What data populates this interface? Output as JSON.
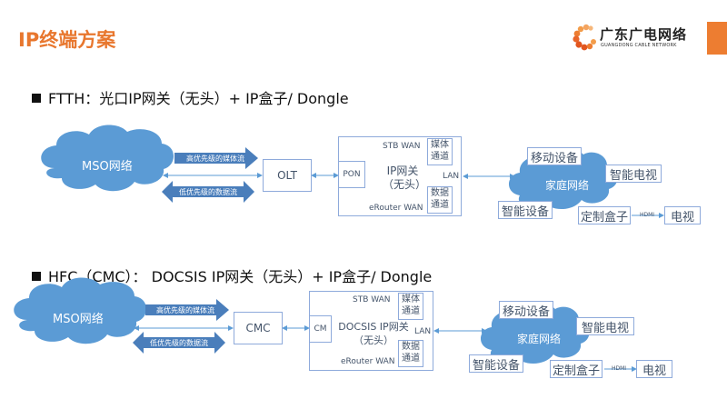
{
  "header": {
    "title": "IP终端方案",
    "logo": {
      "cn": "广东广电网络",
      "en": "GUANGDONG CABLE NETWORK"
    },
    "accent_color": "#ed7d31"
  },
  "sections": [
    {
      "bullet": "FTTH：光口IP网关（无头）+ IP盒子/ Dongle",
      "cloud": "MSO网络",
      "high_flow": "高优先级的媒体流",
      "low_flow": "低优先级的数据流",
      "headend": "OLT",
      "gateway": {
        "port": "PON",
        "name_line1": "IP网关",
        "name_line2": "（无头）",
        "stb_wan": "STB WAN",
        "erouter_wan": "eRouter WAN",
        "lan": "LAN",
        "media_channel": [
          "媒体",
          "通道"
        ],
        "data_channel": [
          "数据",
          "通道"
        ]
      },
      "home": {
        "cloud": "家庭网络",
        "mobile": "移动设备",
        "smart_tv": "智能电视",
        "smart_device": "智能设备",
        "custom_box": "定制盒子",
        "hdmi": "HDMI",
        "tv": "电视"
      }
    },
    {
      "bullet": "HFC（CMC）： DOCSIS IP网关（无头）+ IP盒子/ Dongle",
      "cloud": "MSO网络",
      "high_flow": "高优先级的媒体流",
      "low_flow": "低优先级的数据流",
      "headend": "CMC",
      "gateway": {
        "port": "CM",
        "name_line1": "DOCSIS IP网关",
        "name_line2": "（无头）",
        "stb_wan": "STB WAN",
        "erouter_wan": "eRouter WAN",
        "lan": "LAN",
        "media_channel": [
          "媒体",
          "通道"
        ],
        "data_channel": [
          "数据",
          "通道"
        ]
      },
      "home": {
        "cloud": "家庭网络",
        "mobile": "移动设备",
        "smart_tv": "智能电视",
        "smart_device": "智能设备",
        "custom_box": "定制盒子",
        "hdmi": "HDMI",
        "tv": "电视"
      }
    }
  ]
}
